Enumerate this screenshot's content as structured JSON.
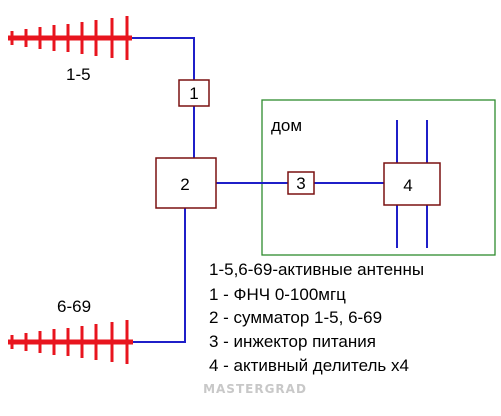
{
  "antennas": {
    "top_label": "1-5",
    "bottom_label": "6-69"
  },
  "boxes": {
    "filter": "1",
    "combiner": "2",
    "injector": "3",
    "splitter": "4"
  },
  "house_label": "дом",
  "legend": [
    "1-5,6-69-активные антенны",
    "1 - ФНЧ 0-100мгц",
    "2 - сумматор 1-5, 6-69",
    "3 - инжектор питания",
    "4 - активный делитель х4"
  ],
  "watermark": "MASTERGRAD",
  "colors": {
    "antenna": "#e8141e",
    "wire": "#1f1fc8",
    "house_border": "#2e8b2e",
    "box_border": "#7a1010",
    "text": "#000000",
    "watermark": "#c8c8c8"
  }
}
